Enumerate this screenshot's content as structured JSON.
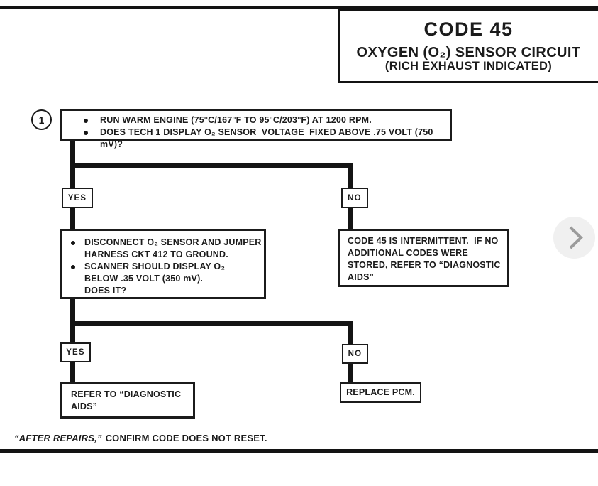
{
  "colors": {
    "ink": "#1b1b1b",
    "nav_circle_bg": "#f0f0f0",
    "nav_chevron": "#9b9b9b"
  },
  "title_block": {
    "code": "CODE 45",
    "subtitle": "OXYGEN (O₂) SENSOR CIRCUIT",
    "subtitle2": "(RICH EXHAUST INDICATED)"
  },
  "flowchart": {
    "step_number": "1",
    "step1_bullets": [
      "RUN WARM ENGINE (75°C/167°F TO 95°C/203°F) AT 1200 RPM.",
      "DOES TECH 1 DISPLAY O₂ SENSOR  VOLTAGE  FIXED ABOVE .75 VOLT (750 mV)?"
    ],
    "branch1_yes": "YES",
    "branch1_no": "NO",
    "yes_path_bullets": [
      "DISCONNECT O₂ SENSOR AND JUMPER\nHARNESS CKT 412 TO GROUND.",
      "SCANNER SHOULD DISPLAY O₂\nBELOW .35 VOLT (350 mV).\nDOES IT?"
    ],
    "no_path_text": "CODE 45 IS INTERMITTENT.  IF NO\nADDITIONAL CODES WERE\nSTORED, REFER TO “DIAGNOSTIC\nAIDS”",
    "branch2_yes": "YES",
    "branch2_no": "NO",
    "yes_result_text": "REFER TO “DIAGNOSTIC\nAIDS”",
    "no_result_text": "REPLACE PCM."
  },
  "footer": {
    "quoted_italic": "“AFTER REPAIRS,”",
    "rest": "CONFIRM CODE DOES NOT RESET."
  },
  "nav": {
    "next_button_icon": "chevron-right"
  },
  "left_edge_fragment": ")"
}
